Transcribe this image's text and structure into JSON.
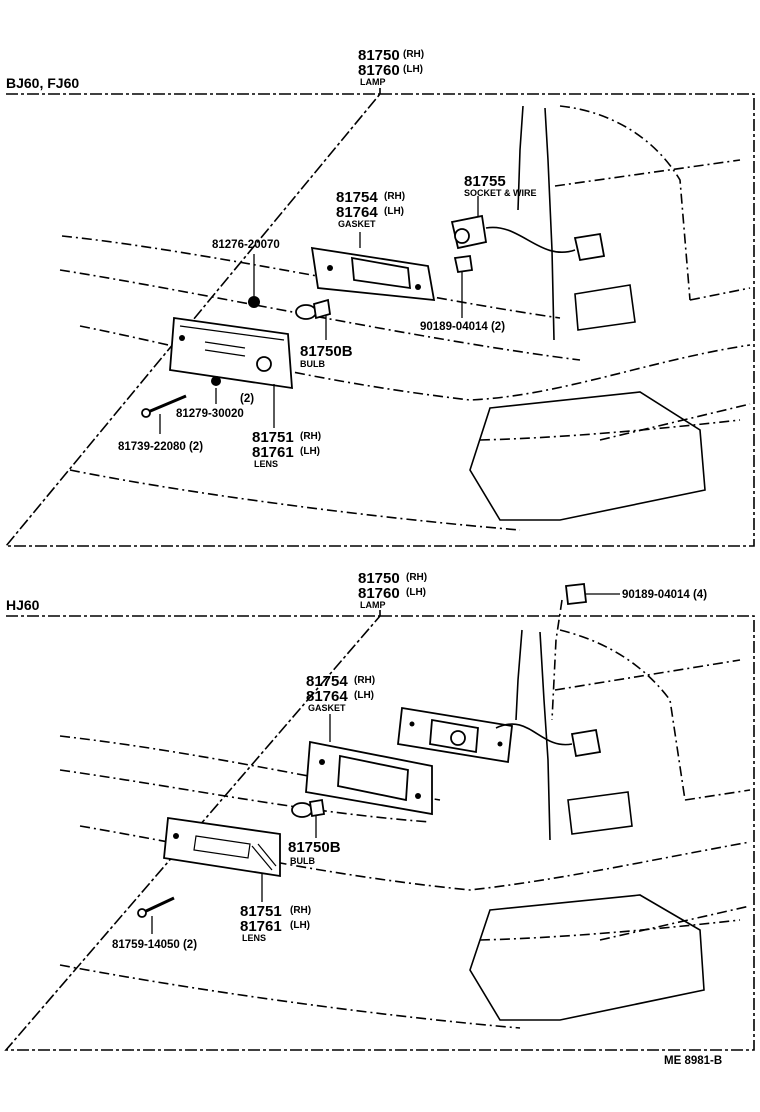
{
  "top": {
    "variant": "BJ60, FJ60",
    "lamp": {
      "rh": "81750",
      "rh_tag": "(RH)",
      "lh": "81760",
      "lh_tag": "(LH)",
      "desc": "LAMP"
    },
    "socket": {
      "num": "81755",
      "desc": "SOCKET & WIRE"
    },
    "gasket": {
      "rh": "81754",
      "rh_tag": "(RH)",
      "lh": "81764",
      "lh_tag": "(LH)",
      "desc": "GASKET"
    },
    "nut": "81276-20070",
    "clip": "90189-04014 (2)",
    "bulb": {
      "num": "81750B",
      "desc": "BULB"
    },
    "grommet_qty": "(2)",
    "grommet": "81279-30020",
    "screw": "81739-22080 (2)",
    "lens": {
      "rh": "81751",
      "rh_tag": "(RH)",
      "lh": "81761",
      "lh_tag": "(LH)",
      "desc": "LENS"
    }
  },
  "bottom": {
    "variant": "HJ60",
    "lamp": {
      "rh": "81750",
      "rh_tag": "(RH)",
      "lh": "81760",
      "lh_tag": "(LH)",
      "desc": "LAMP"
    },
    "clip": "90189-04014 (4)",
    "gasket": {
      "rh": "81754",
      "rh_tag": "(RH)",
      "lh": "81764",
      "lh_tag": "(LH)",
      "desc": "GASKET"
    },
    "bulb": {
      "num": "81750B",
      "desc": "BULB"
    },
    "lens": {
      "rh": "81751",
      "rh_tag": "(RH)",
      "lh": "81761",
      "lh_tag": "(LH)",
      "desc": "LENS"
    },
    "screw": "81759-14050 (2)"
  },
  "footer": "ME 8981-B"
}
